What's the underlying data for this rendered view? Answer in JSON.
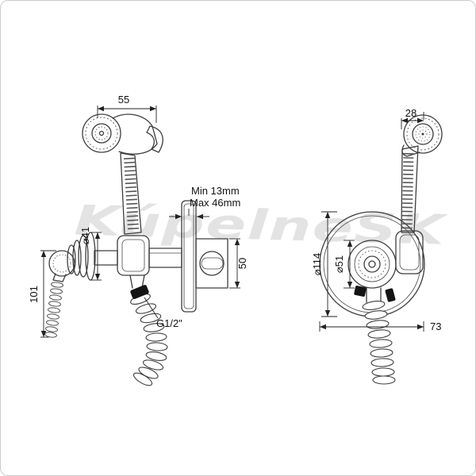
{
  "watermark": "KúpelneSK",
  "left_view": {
    "dim_width": "55",
    "dim_diameter": "⌀41",
    "dim_height": "101",
    "dim_depth_min": "Min 13mm",
    "dim_depth_max": "Max 46mm",
    "dim_box": "50",
    "thread_label": "G1/2\""
  },
  "right_view": {
    "dim_head": "28",
    "dim_plate": "⌀114",
    "dim_inner": "⌀51",
    "dim_offset": "73"
  },
  "colors": {
    "line": "#3d3d3d",
    "dimension": "#222222",
    "watermark": "#c8c8c8",
    "background": "#ffffff"
  }
}
